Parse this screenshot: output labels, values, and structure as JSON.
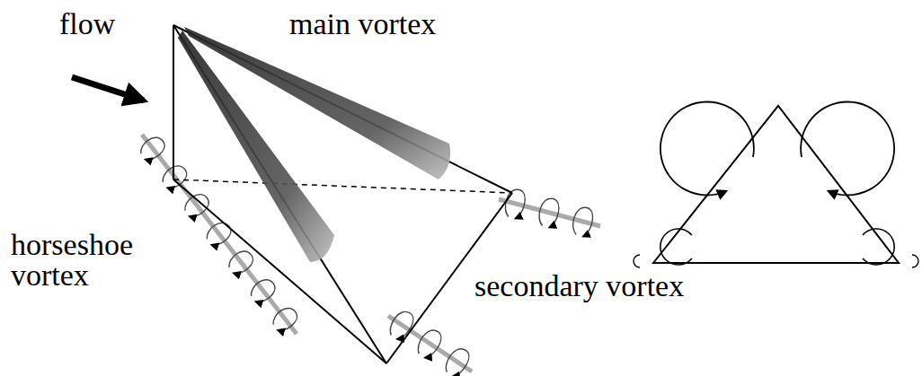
{
  "diagram": {
    "labels": [
      "flow",
      "main vortex",
      "horseshoe vortex",
      "secondary vortex"
    ]
  }
}
